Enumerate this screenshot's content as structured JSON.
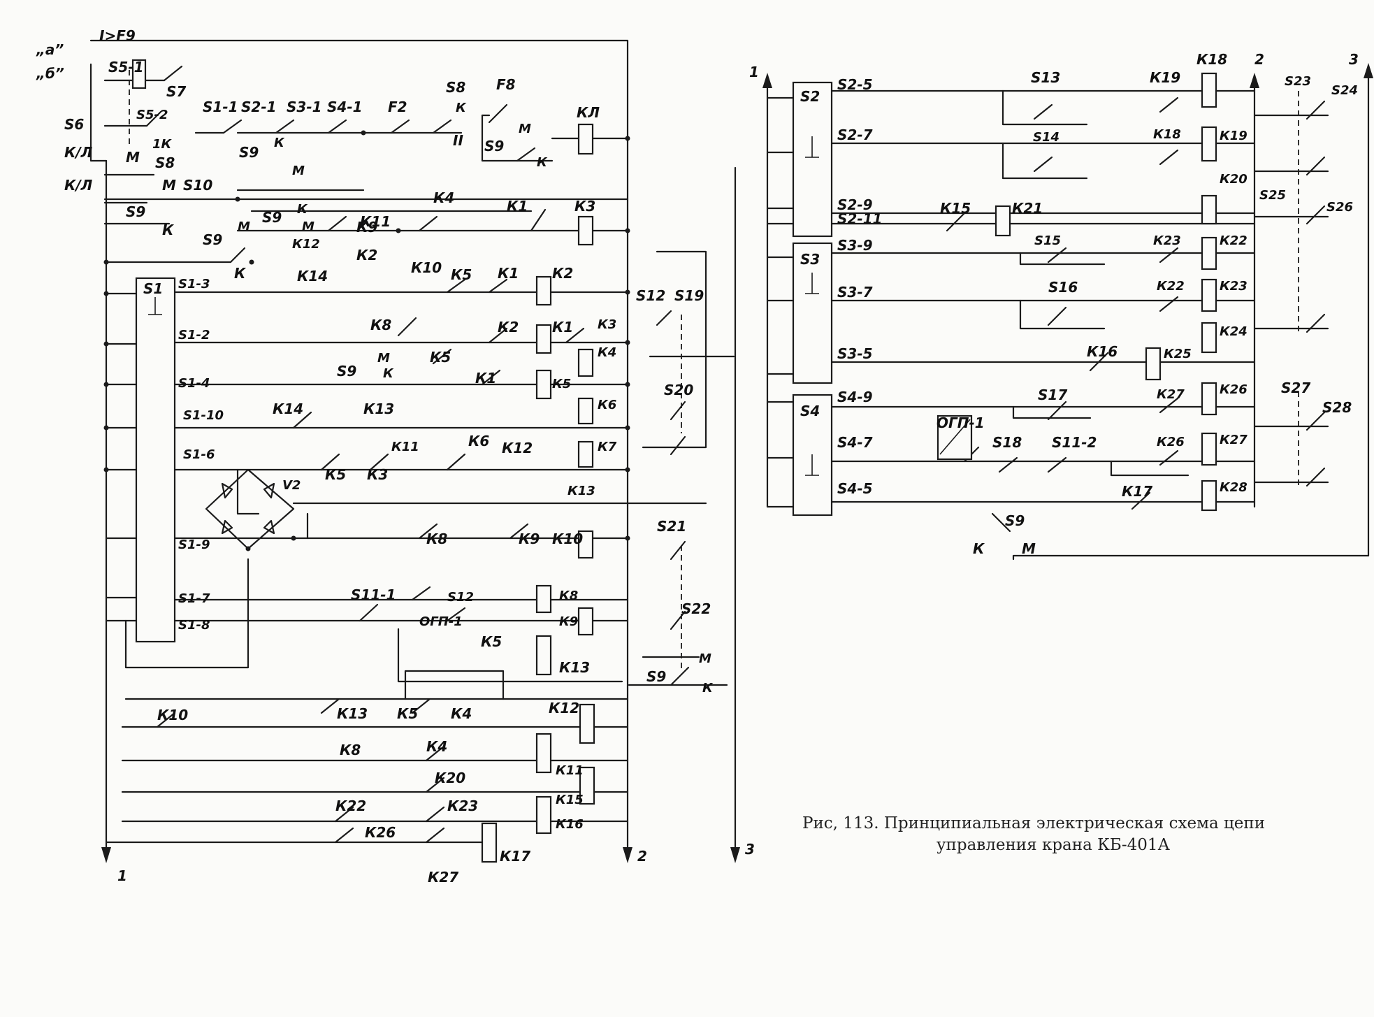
{
  "caption": {
    "line1": "Рис, 113. Принципиальная электрическая схема цепи",
    "line2": "управления крана КБ-401А"
  },
  "left": {
    "top": {
      "a": "„а”",
      "b": "„б”",
      "f9": "I>F9",
      "s51": "S5-1",
      "s52": "S5-2",
      "s6": "S6",
      "kl1": "К/Л",
      "kl2": "К/Л",
      "s7": "S7",
      "m": "М",
      "k1k": "1К",
      "s8": "S8",
      "s10": "S10",
      "s9": "S9",
      "kbar": "К",
      "m2": "М"
    },
    "row1": {
      "s11": "S1-1",
      "s21": "S2-1",
      "s31": "S3-1",
      "s41": "S4-1",
      "f2": "F2",
      "s8": "S8",
      "k": "К",
      "ii": "II",
      "f8": "F8",
      "m": "М",
      "s9": "S9",
      "k2": "К",
      "kl": "КЛ"
    },
    "row2": {
      "s9": "S9",
      "k": "К",
      "m": "М"
    },
    "row3": {
      "s9a": "S9",
      "m": "М",
      "s9b": "S9",
      "k": "К",
      "m2": "М",
      "k11": "К11",
      "k4": "К4",
      "k1": "К1",
      "k3": "К3",
      "k9": "К9",
      "k12": "К12",
      "k2": "К2",
      "kbar": "К",
      "k14": "К14",
      "k10": "К10"
    },
    "s1": {
      "name": "S1",
      "t3": "S1-3",
      "t2": "S1-2",
      "t4": "S1-4",
      "t10": "S1-10",
      "t6": "S1-6",
      "t9": "S1-9",
      "t7": "S1-7",
      "t8": "S1-8"
    },
    "mid": {
      "k5": "К5",
      "k1": "К1",
      "k2": "К2",
      "k8": "К8",
      "k2b": "К2",
      "k1b": "К1",
      "k3": "К3",
      "s9": "S9",
      "m": "М",
      "k": "К",
      "k5b": "К5",
      "k4": "К4",
      "k1c": "К1",
      "k5c": "К5",
      "k14": "К14",
      "k13": "К13",
      "k6": "К6",
      "k11": "К11",
      "k6b": "К6",
      "k12": "К12",
      "k7": "К7",
      "k5d": "К5",
      "k3b": "К3",
      "k13b": "К13",
      "v2": "V2"
    },
    "right": {
      "s12": "S12",
      "s19": "S19",
      "s20": "S20",
      "s21": "S21",
      "s22": "S22",
      "s9": "S9",
      "m": "М",
      "k": "К"
    },
    "lower": {
      "k8": "К8",
      "k9": "К9",
      "k10": "К10",
      "s111": "S11-1",
      "s12": "S12",
      "k8b": "К8",
      "ogp": "ОГП-1",
      "k9b": "К9",
      "k5": "К5",
      "k13": "К13",
      "k10b": "К10",
      "k13b": "К13",
      "k5b": "К5",
      "k4": "К4",
      "k12": "К12",
      "k8c": "К8",
      "k4b": "К4",
      "k11": "К11",
      "k20": "К20",
      "k22": "К22",
      "k23": "К23",
      "k15": "К15",
      "k26": "К26",
      "k16": "К16",
      "k27": "К27",
      "k17": "К17"
    },
    "rails": {
      "r1": "1",
      "r2": "2",
      "r3": "3"
    }
  },
  "rightd": {
    "rails": {
      "r1": "1",
      "r2": "2",
      "r3": "3"
    },
    "s2": {
      "name": "S2",
      "t5": "S2-5",
      "t7": "S2-7",
      "t9": "S2-9",
      "t11": "S2-11"
    },
    "s3": {
      "name": "S3",
      "t9": "S3-9",
      "t7": "S3-7",
      "t5": "S3-5"
    },
    "s4": {
      "name": "S4",
      "t9": "S4-9",
      "t7": "S4-7",
      "t5": "S4-5"
    },
    "els": {
      "s13": "S13",
      "k19": "К19",
      "k18": "К18",
      "s14": "S14",
      "k18b": "К18",
      "k19b": "К19",
      "k20": "К20",
      "k15": "К15",
      "k21": "К21",
      "s15": "S15",
      "k23": "К23",
      "k22": "К22",
      "s16": "S16",
      "k22b": "К22",
      "k23b": "К23",
      "k24": "К24",
      "k16": "К16",
      "k25": "К25",
      "s17": "S17",
      "k27": "К27",
      "k26": "К26",
      "ogp": "ОГП-1",
      "s18": "S18",
      "s112": "S11-2",
      "k26b": "К26",
      "k27b": "К27",
      "k17": "К17",
      "k28": "К28",
      "s9": "S9",
      "k": "К",
      "m": "М",
      "s23": "S23",
      "s24": "S24",
      "s25": "S25",
      "s26": "S26",
      "s27": "S27",
      "s28": "S28"
    }
  }
}
